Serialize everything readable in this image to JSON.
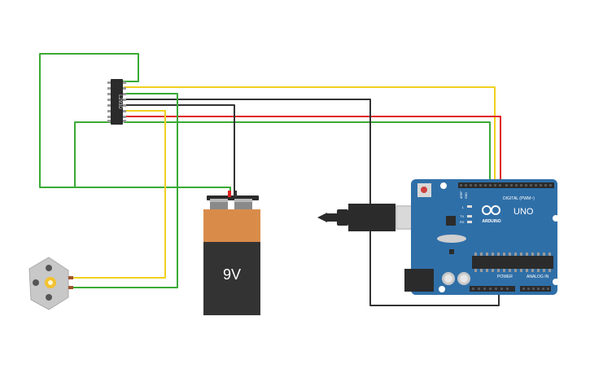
{
  "colors": {
    "wire_green": "#3aaa35",
    "wire_yellow": "#f0d020",
    "wire_red": "#e02020",
    "wire_black": "#333333",
    "arduino_blue": "#2f6fa8",
    "battery_orange": "#d98c4a",
    "battery_body": "#333333",
    "motor_gray": "#c8c8c8",
    "motor_shaft": "#f2c230"
  },
  "driver": {
    "label": "L293D"
  },
  "battery": {
    "label": "9V"
  },
  "arduino": {
    "model": "UNO",
    "brand": "ARDUINO",
    "digital_label": "DIGITAL (PWM~)",
    "power_label": "POWER",
    "analog_label": "ANALOG IN",
    "tx": "TX",
    "rx": "RX",
    "l": "L",
    "aref": "AREF",
    "gnd": "GND"
  },
  "icons": {
    "motor": "dc-motor-icon",
    "usb": "usb-cable-icon",
    "logo": "arduino-infinity-logo-icon"
  }
}
